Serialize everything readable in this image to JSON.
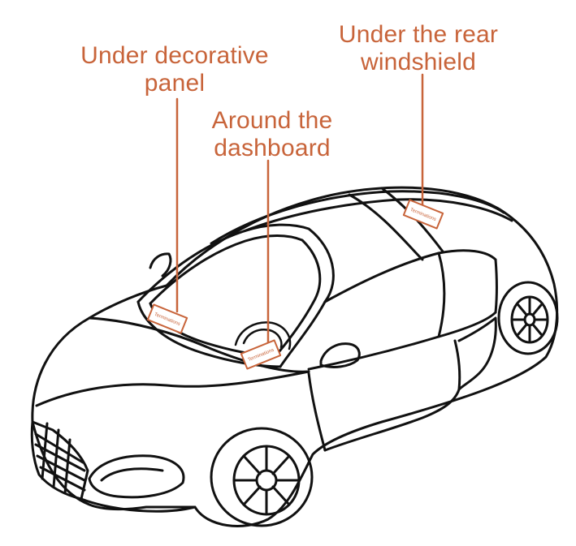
{
  "accent_color": "#C8643A",
  "line_color": "#111111",
  "callouts": {
    "decorative_panel": {
      "line1": "Under decorative",
      "line2": "panel"
    },
    "dashboard": {
      "line1": "Around the",
      "line2": "dashboard"
    },
    "rear_windshield": {
      "line1": "Under the rear",
      "line2": "windshield"
    }
  },
  "tag_label": "Terminations"
}
